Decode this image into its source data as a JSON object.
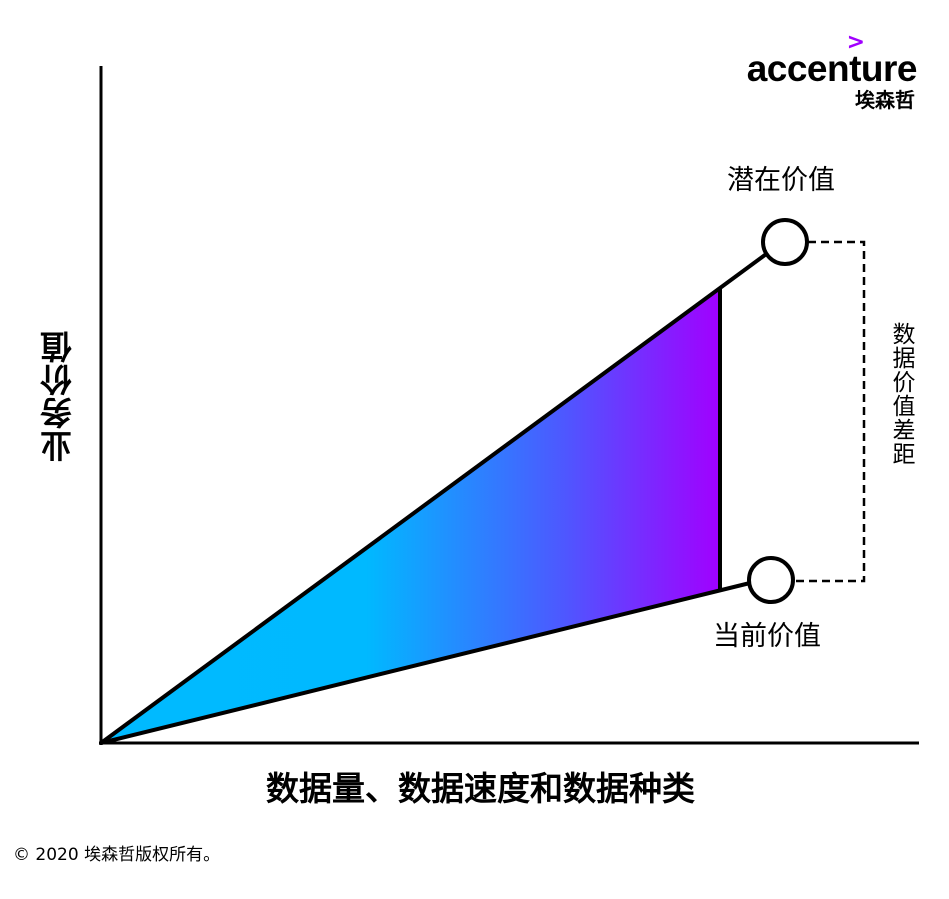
{
  "logo": {
    "chevron": ">",
    "wordmark": "accenture",
    "chinese_name": "埃森哲",
    "accent_color": "#A100FF"
  },
  "diagram": {
    "title": "",
    "y_axis_label": "业务价值",
    "x_axis_label": "数据量、数据速度和数据种类",
    "potential_value_label": "潜在价值",
    "current_value_label": "当前价值",
    "gap_label": "数据价值差距",
    "gradient": {
      "start": "#00BAFF",
      "mid": "#4E57FF",
      "end": "#A100FF"
    }
  },
  "chart_data": {
    "type": "line",
    "title": "",
    "xlabel": "数据量、数据速度和数据种类",
    "ylabel": "业务价值",
    "series": [
      {
        "name": "潜在价值",
        "x": [
          0,
          1
        ],
        "y": [
          0,
          0.74
        ]
      },
      {
        "name": "当前价值",
        "x": [
          0,
          1
        ],
        "y": [
          0,
          0.245
        ]
      }
    ],
    "annotations": [
      "潜在价值",
      "当前价值",
      "数据价值差距"
    ],
    "grid": false,
    "legend": "none"
  },
  "footer": {
    "copyright": "© 2020 埃森哲版权所有。"
  }
}
